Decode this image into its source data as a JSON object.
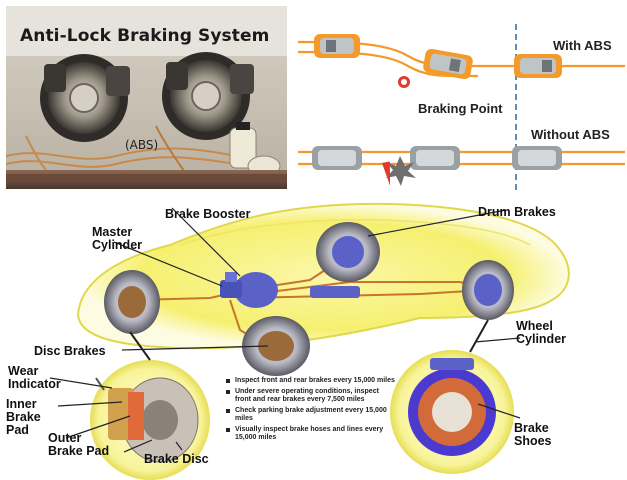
{
  "photo": {
    "title": "Anti-Lock Braking System",
    "abs_tag": "(ABS)"
  },
  "skid_diagram": {
    "with_abs": "With ABS",
    "braking_point": "Braking Point",
    "without_abs": "Without ABS",
    "colors": {
      "path": "#f39a2a",
      "car": "#9aa0a4",
      "line": "#5b8fb8"
    }
  },
  "brake_diagram": {
    "labels": {
      "brake_booster": "Brake Booster",
      "master_cylinder": "Master Cylinder",
      "drum_brakes": "Drum Brakes",
      "wheel_cylinder": "Wheel Cylinder",
      "disc_brakes": "Disc Brakes",
      "wear_indicator": "Wear Indicator",
      "inner_brake_pad": "Inner Brake Pad",
      "outer_brake_pad": "Outer Brake Pad",
      "brake_disc": "Brake Disc",
      "brake_shoes": "Brake Shoes"
    },
    "tips": [
      "Inspect front and rear brakes every 15,000 miles",
      "Under severe operating conditions, inspect front and rear brakes every 7,500 miles",
      "Check parking brake adjustment every 15,000 miles",
      "Visually inspect brake hoses and lines every 15,000 miles"
    ],
    "colors": {
      "car_glow": "#f6f070",
      "brake_line": "#c8742e",
      "component": "#5a62c8"
    }
  }
}
